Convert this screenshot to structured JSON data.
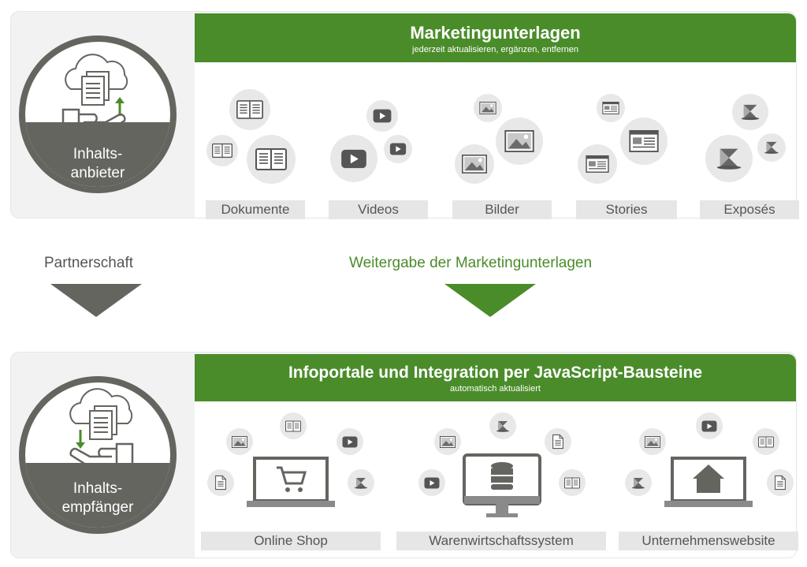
{
  "top": {
    "title": "Marketingunterlagen",
    "subtitle": "jederzeit aktualisieren, ergänzen, entfernen",
    "badge_label_1": "Inhalts-",
    "badge_label_2": "anbieter",
    "categories": [
      "Dokumente",
      "Videos",
      "Bilder",
      "Stories",
      "Exposés"
    ]
  },
  "middle": {
    "left_label": "Partnerschaft",
    "right_label": "Weitergabe der Marketingunterlagen"
  },
  "bottom": {
    "title": "Infoportale und Integration per JavaScript-Bausteine",
    "subtitle": "automatisch aktualisiert",
    "badge_label_1": "Inhalts-",
    "badge_label_2": "empfänger",
    "categories": [
      "Online Shop",
      "Warenwirtschaftssystem",
      "Unternehmenswebsite"
    ]
  },
  "colors": {
    "green": "#4a8c2a",
    "dark_grey": "#656560",
    "light_grey": "#e8e8e8"
  },
  "icons": [
    "document-icon",
    "book-icon",
    "video-icon",
    "image-icon",
    "story-icon",
    "expose-icon",
    "cloud-icon",
    "hand-icon",
    "laptop-icon",
    "cart-icon",
    "monitor-icon",
    "database-icon",
    "home-icon"
  ]
}
